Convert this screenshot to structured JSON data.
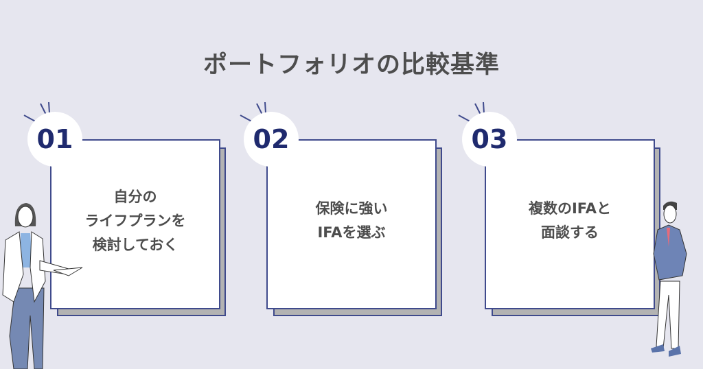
{
  "title": "ポートフォリオの比較基準",
  "cards": [
    {
      "number": "01",
      "text": "自分の\nライフプランを\n検討しておく"
    },
    {
      "number": "02",
      "text": "保険に強い\nIFAを選ぶ"
    },
    {
      "number": "03",
      "text": "複数のIFAと\n面談する"
    }
  ],
  "colors": {
    "background": "#e6e6ef",
    "accent": "#1f2a6e",
    "border": "#3f4a8c",
    "shadow": "#b3b3b3"
  }
}
